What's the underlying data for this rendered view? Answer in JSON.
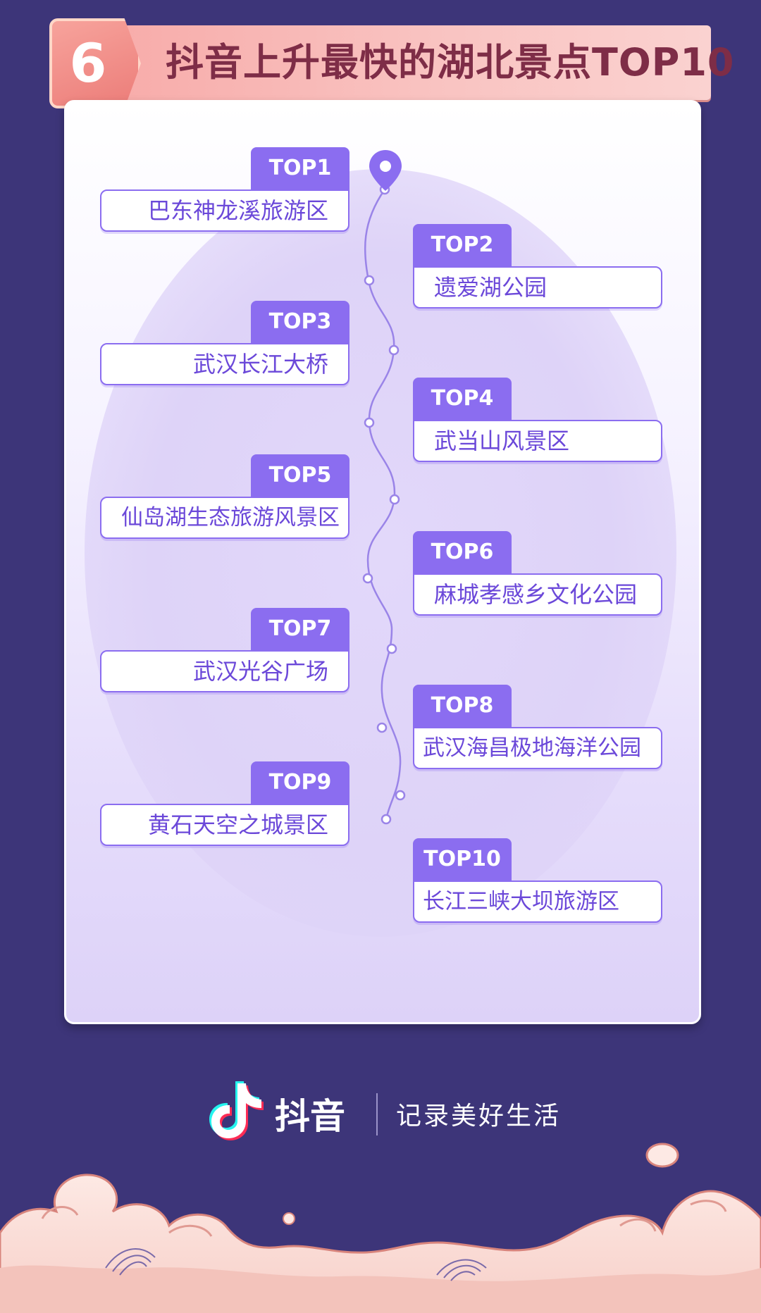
{
  "banner": {
    "number": "6",
    "title": "抖音上升最快的湖北景点TOP10"
  },
  "ranking": [
    {
      "rank": "TOP1",
      "name": "巴东神龙溪旅游区"
    },
    {
      "rank": "TOP2",
      "name": "遗爱湖公园"
    },
    {
      "rank": "TOP3",
      "name": "武汉长江大桥"
    },
    {
      "rank": "TOP4",
      "name": "武当山风景区"
    },
    {
      "rank": "TOP5",
      "name": "仙岛湖生态旅游风景区"
    },
    {
      "rank": "TOP6",
      "name": "麻城孝感乡文化公园"
    },
    {
      "rank": "TOP7",
      "name": "武汉光谷广场"
    },
    {
      "rank": "TOP8",
      "name": "武汉海昌极地海洋公园"
    },
    {
      "rank": "TOP9",
      "name": "黄石天空之城景区"
    },
    {
      "rank": "TOP10",
      "name": "长江三峡大坝旅游区"
    }
  ],
  "footer": {
    "brand": "抖音",
    "slogan": "记录美好生活"
  },
  "colors": {
    "background": "#3d3579",
    "accent": "#8b6df0",
    "banner": "#f9c2c0",
    "banner_text": "#7e2d47"
  }
}
